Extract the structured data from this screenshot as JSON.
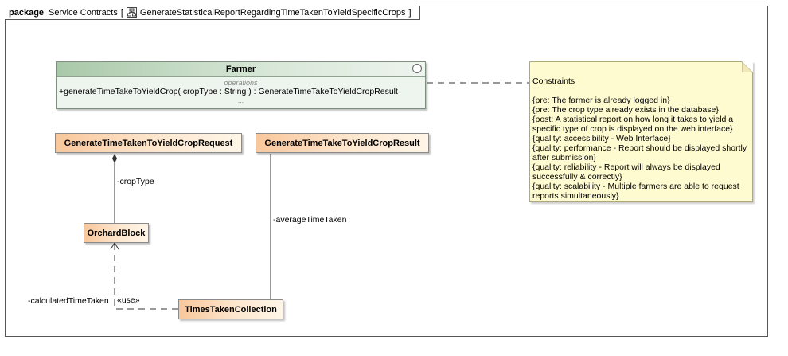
{
  "frame": {
    "keyword": "package",
    "package_name": "Service Contracts",
    "bracket_open": "[",
    "diagram_name": "GenerateStatisticalReportRegardingTimeTakenToYieldSpecificCrops",
    "bracket_close": "]"
  },
  "farmer": {
    "name": "Farmer",
    "compartment_label": "operations",
    "operation": "+generateTimeTakeToYieldCrop( cropType : String ) : GenerateTimeTakeToYieldCropResult",
    "more": "..."
  },
  "classes": {
    "request": "GenerateTimeTakenToYieldCropRequest",
    "result": "GenerateTimeTakeToYieldCropResult",
    "orchard_block": "OrchardBlock",
    "times_taken_collection": "TimesTakenCollection"
  },
  "labels": {
    "crop_type": "-cropType",
    "average_time_taken": "-averageTimeTaken",
    "calculated_time_taken": "-calculatedTimeTaken",
    "use_stereotype": "«use»"
  },
  "note": {
    "title": "Constraints",
    "lines": [
      "{pre: The farmer is already logged in}",
      "{pre: The crop type already exists in the database}",
      "{post: A statistical report on how long it takes to yield a specific type of crop is displayed on the web interface}",
      "{quality: accessibility - Web Interface}",
      "{quality: performance - Report should be displayed shortly after submission}",
      "{quality: reliability - Report will always be displayed successfully & correctly}",
      "{quality: scalability - Multiple farmers are able to request reports simultaneously}"
    ]
  },
  "colors": {
    "class_gradient_start": "#f9c79b",
    "class_gradient_end": "#fff6e8",
    "farmer_header": "#a9c8a9",
    "note_fill": "#fffbd0"
  }
}
